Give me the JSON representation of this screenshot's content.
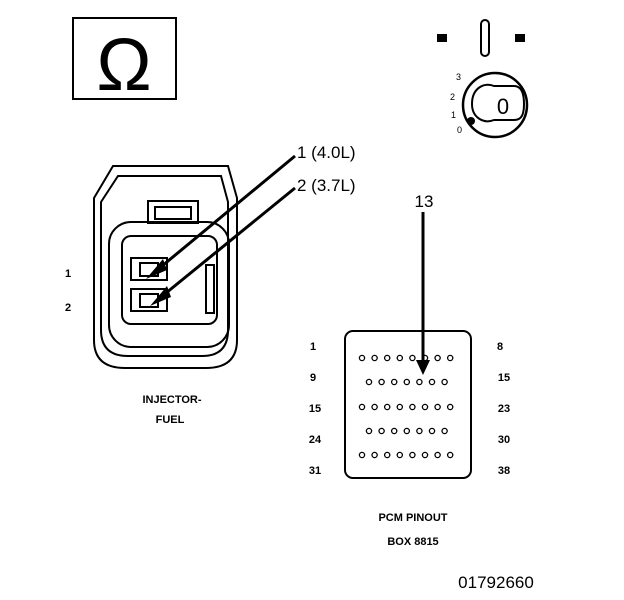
{
  "ohm_symbol": "Ω",
  "ignition": {
    "positions": [
      "3",
      "2",
      "1",
      "0"
    ],
    "key_label": "0"
  },
  "injector": {
    "pin_labels": [
      "1",
      "2"
    ],
    "title_line1": "INJECTOR-",
    "title_line2": "FUEL",
    "callouts": [
      "1 (4.0L)",
      "2 (3.7L)"
    ]
  },
  "pcm": {
    "callout": "13",
    "left_labels": [
      "1",
      "9",
      "15",
      "24",
      "31"
    ],
    "right_labels": [
      "8",
      "15",
      "23",
      "30",
      "38"
    ],
    "title_line1": "PCM PINOUT",
    "title_line2": "BOX 8815",
    "row_pin_counts": [
      8,
      7,
      8,
      7,
      8
    ]
  },
  "figure_id": "01792660"
}
